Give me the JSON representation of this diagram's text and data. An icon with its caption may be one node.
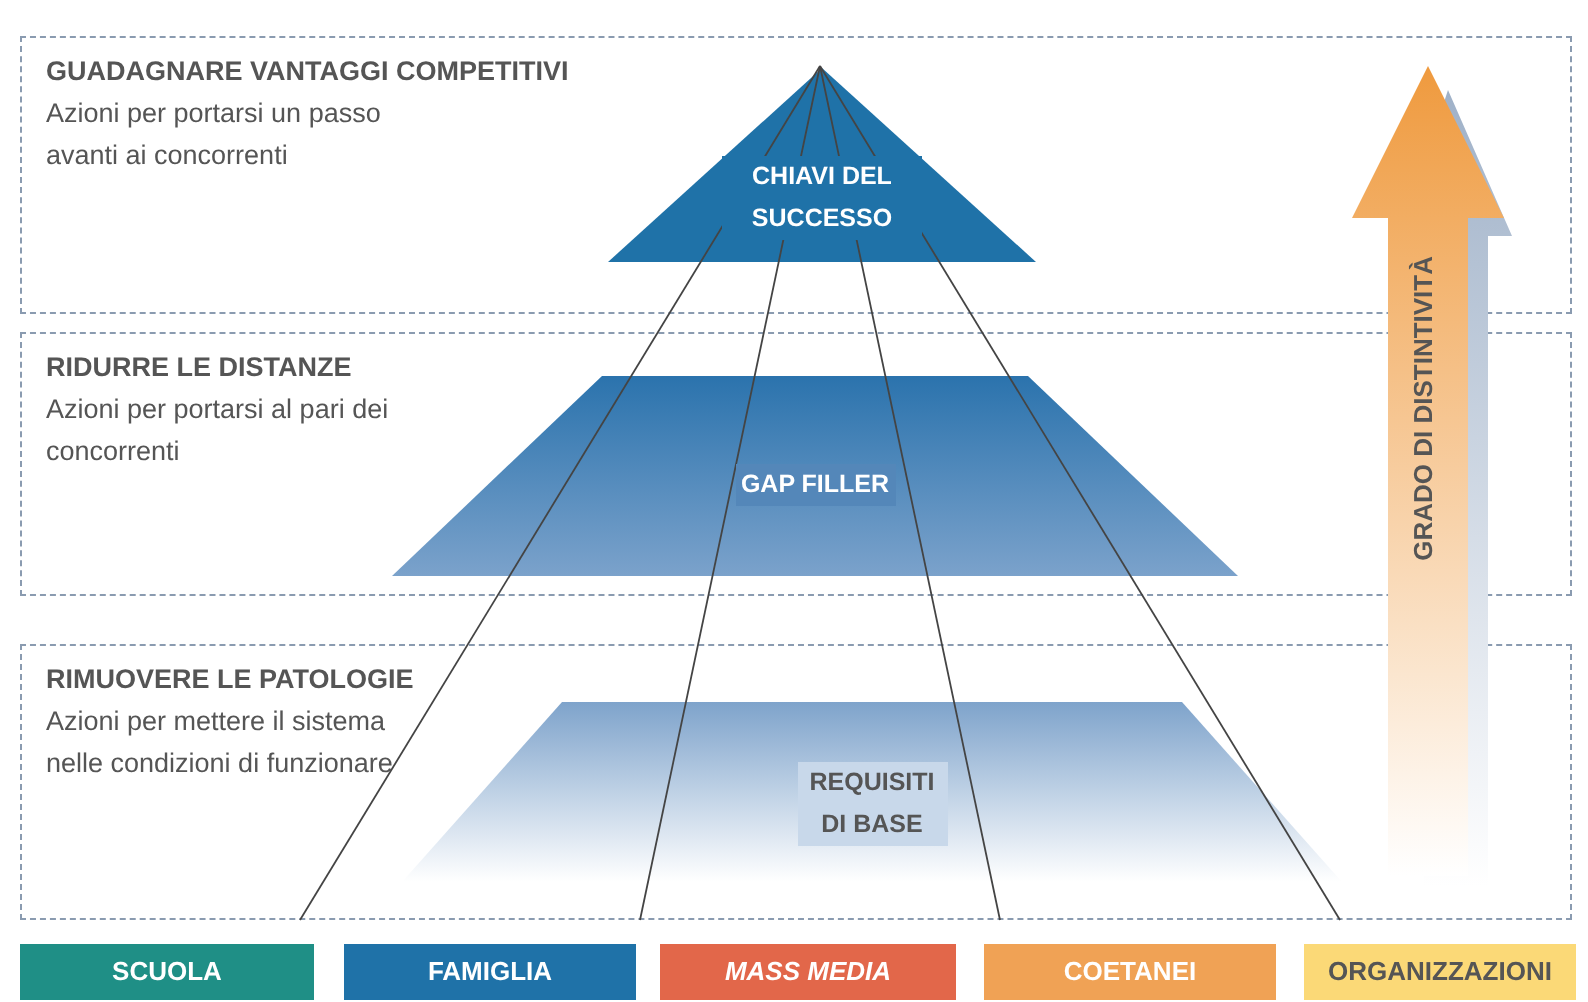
{
  "diagram": {
    "nodes": [
      {
        "text": [
          "GUADAGNARE VANTAGGI COMPETITIVI",
          "Azioni per portarsi un passo avanti ai concorrenti"
        ]
      },
      {
        "text": [
          "CHIAVI DEL SUCCESSO"
        ],
        "in": 0
      },
      {
        "text": [
          "RIDURRE LE DISTANZE",
          "Azioni per portarsi al pari dei concorrenti"
        ]
      },
      {
        "text": [
          "GAP FILLER"
        ],
        "in": 2
      },
      {
        "text": [
          "RIMUOVERE LE PATOLOGIE",
          "Azioni per mettere il sistema nelle condizioni di funzionare"
        ]
      },
      {
        "text": [
          "REQUISITI DI BASE"
        ],
        "in": 4
      },
      {
        "text": [
          "GRADO DI DISTINTIVITÀ"
        ]
      },
      {
        "text": [
          "SCUOLA"
        ]
      },
      {
        "text": [
          "FAMIGLIA"
        ]
      },
      {
        "text": [
          "MASS MEDIA"
        ]
      },
      {
        "text": [
          "COETANEI"
        ]
      },
      {
        "text": [
          "ORGANIZZAZIONI"
        ]
      }
    ]
  }
}
